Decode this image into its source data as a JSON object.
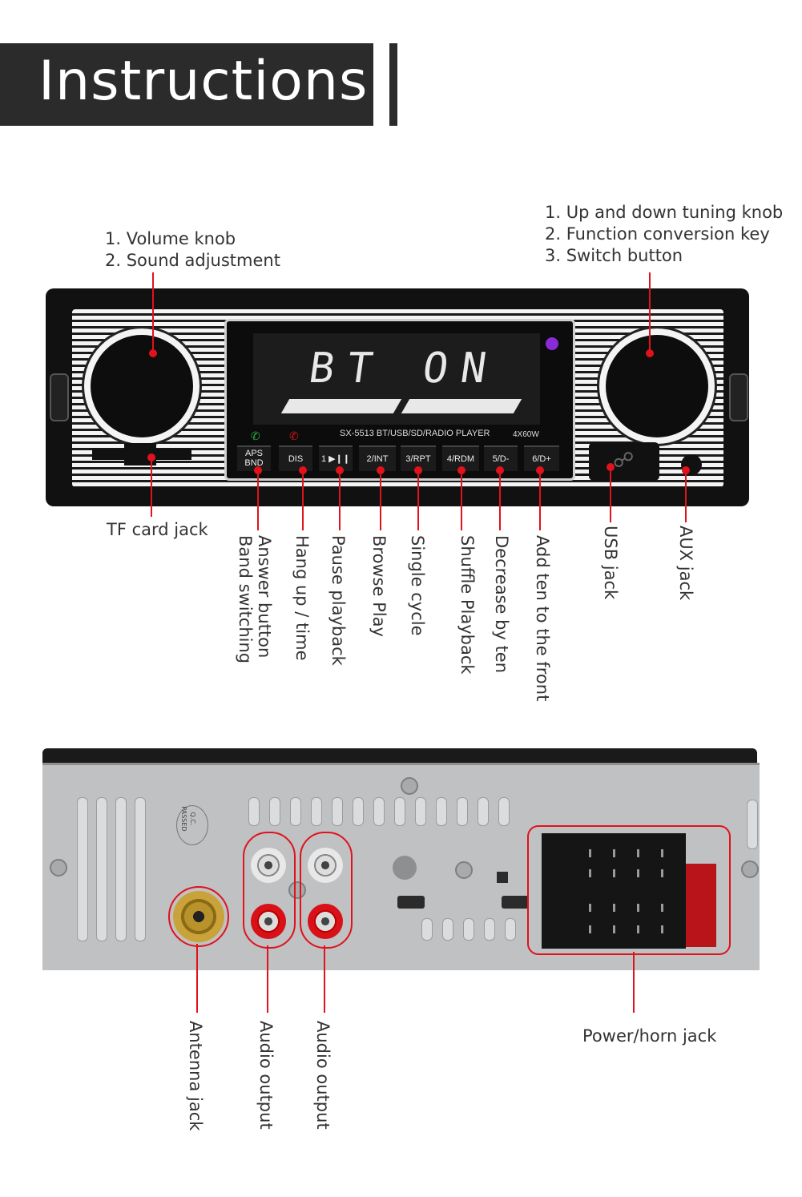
{
  "header": {
    "title": "Instructions"
  },
  "front": {
    "left_knob_label": [
      "1. Volume knob",
      "2. Sound adjustment"
    ],
    "right_knob_label": [
      "1. Up and down tuning knob",
      "2. Function conversion key",
      "3. Switch button"
    ],
    "display": {
      "text": "BT ON",
      "model": "SX-5513  BT/USB/SD/RADIO PLAYER",
      "power": "4X60W"
    },
    "buttons": [
      "APS\nBND",
      "DIS",
      "1 ▶❙❙",
      "2/INT",
      "3/RPT",
      "4/RDM",
      "5/D-",
      "6/D+"
    ],
    "labels": {
      "tf_card": "TF card jack",
      "answer": "Answer button",
      "band": "Band switching",
      "hang_up": "Hang up / time",
      "pause": "Pause playback",
      "browse": "Browse Play",
      "single": "Single cycle",
      "shuffle": "Shuffle Playback",
      "decrease": "Decrease by ten",
      "add": "Add ten to the front",
      "usb": "USB jack",
      "aux": "AUX jack"
    }
  },
  "rear": {
    "qc_stamp": "Q.C.\nPASSED",
    "labels": {
      "antenna": "Antenna jack",
      "audio1": "Audio output",
      "audio2": "Audio output",
      "power": "Power/horn jack"
    }
  },
  "colors": {
    "accent": "#e0121c",
    "header": "#2b2b2b"
  }
}
